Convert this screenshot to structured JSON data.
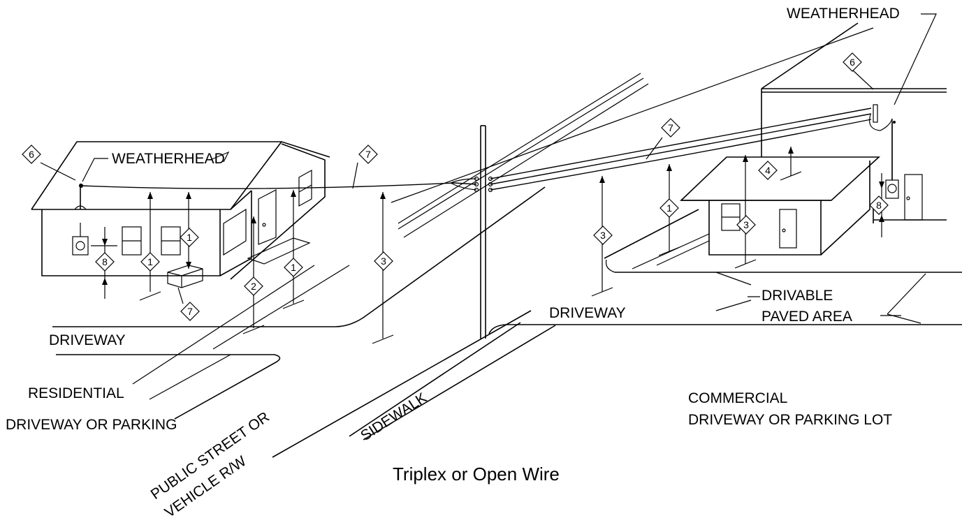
{
  "labels": {
    "weatherhead_left": "WEATHERHEAD",
    "weatherhead_right": "WEATHERHEAD",
    "driveway_left": "DRIVEWAY",
    "driveway_mid": "DRIVEWAY",
    "residential_1": "RESIDENTIAL",
    "residential_2": "DRIVEWAY OR PARKING",
    "public_street_1": "PUBLIC STREET OR",
    "public_street_2": "VEHICLE R/W",
    "sidewalk": "SIDEWALK",
    "drivable_1": "DRIVABLE",
    "drivable_2": "PAVED AREA",
    "commercial_1": "COMMERCIAL",
    "commercial_2": "DRIVEWAY OR PARKING LOT",
    "caption": "Triplex or Open Wire"
  },
  "markers": [
    "6",
    "7",
    "1",
    "1",
    "1",
    "8",
    "7",
    "2",
    "3",
    "3",
    "7",
    "6",
    "4",
    "1",
    "3",
    "8"
  ]
}
